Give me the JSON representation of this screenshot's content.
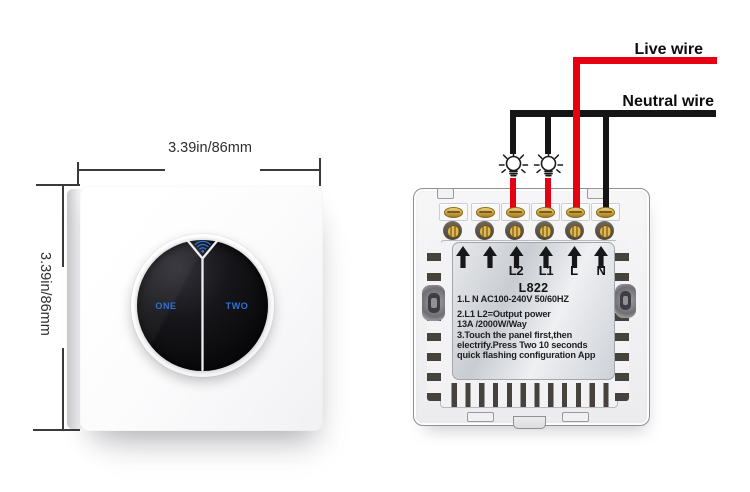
{
  "icons": {
    "wifi": "wifi-icon",
    "lamp": "light-bulb-icon"
  },
  "colors": {
    "accent_blue": "#2b72d9",
    "live_wire": "#e60012",
    "neutral_wire": "#151515"
  },
  "front_panel": {
    "dimension_width": "3.39in/86mm",
    "dimension_height": "3.39in/86mm",
    "button_one": "ONE",
    "button_two": "TWO"
  },
  "wiring": {
    "live_label": "Live wire",
    "neutral_label": "Neutral wire"
  },
  "back_panel": {
    "terminal_labels": [
      "L2",
      "L1",
      "L",
      "N"
    ],
    "model": "L822",
    "spec_lines": [
      "1.L N AC100-240V 50/60HZ",
      "2.L1 L2=Output power",
      "13A /2000W/Way",
      "3.Touch the panel first,then",
      "electrify.Press Two 10 seconds",
      "quick flashing configuration App"
    ]
  }
}
